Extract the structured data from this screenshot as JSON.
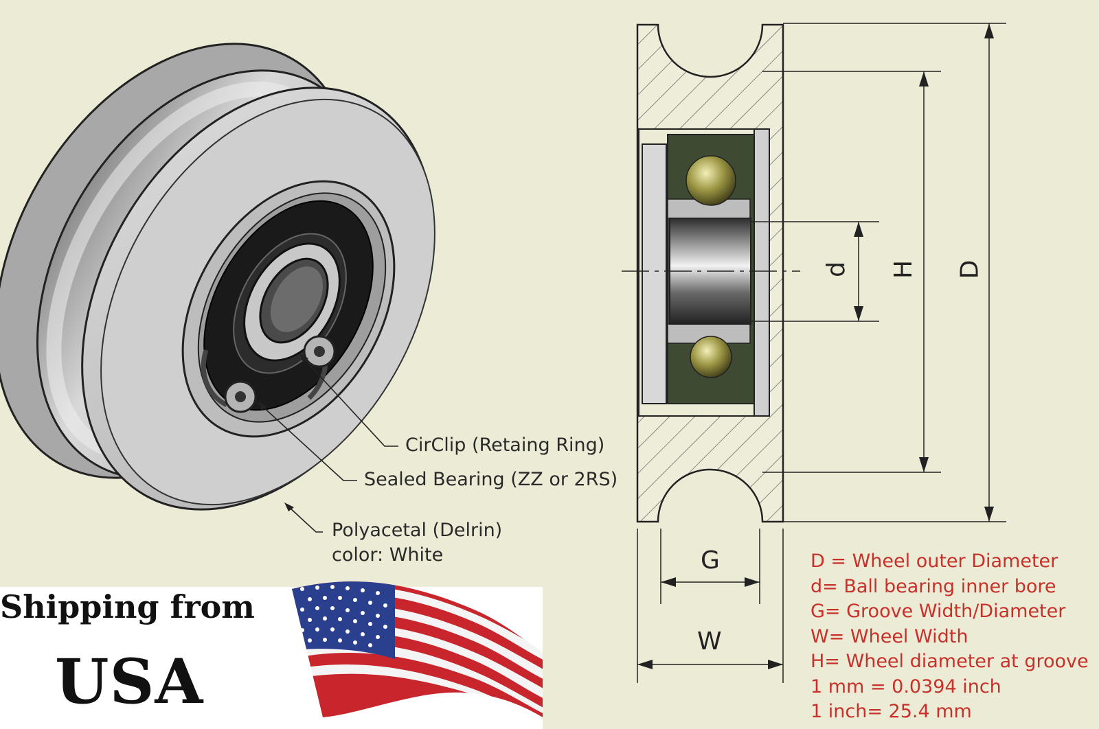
{
  "labels": {
    "circlip": "CirClip (Retaing Ring)",
    "bearing": "Sealed Bearing (ZZ or 2RS)",
    "material_line1": "Polyacetal (Delrin)",
    "material_line2": "color: White"
  },
  "dimensions": {
    "d": "d",
    "H": "H",
    "D": "D",
    "G": "G",
    "W": "W"
  },
  "legend": [
    "D = Wheel outer Diameter",
    "d= Ball bearing inner bore",
    "G= Groove Width/Diameter",
    "W= Wheel Width",
    "H= Wheel diameter at groove",
    "1 mm = 0.0394 inch",
    "1 inch= 25.4 mm"
  ],
  "shipping": {
    "line1": "Shipping from",
    "line2": "USA"
  },
  "colors": {
    "background": "#ecebd6",
    "legend_text": "#c8302a",
    "wheel_gray": "#b9b9b9",
    "flag_red": "#c8262c",
    "flag_blue": "#2b3f8f"
  },
  "icons": {
    "flag": "us-flag-icon"
  }
}
